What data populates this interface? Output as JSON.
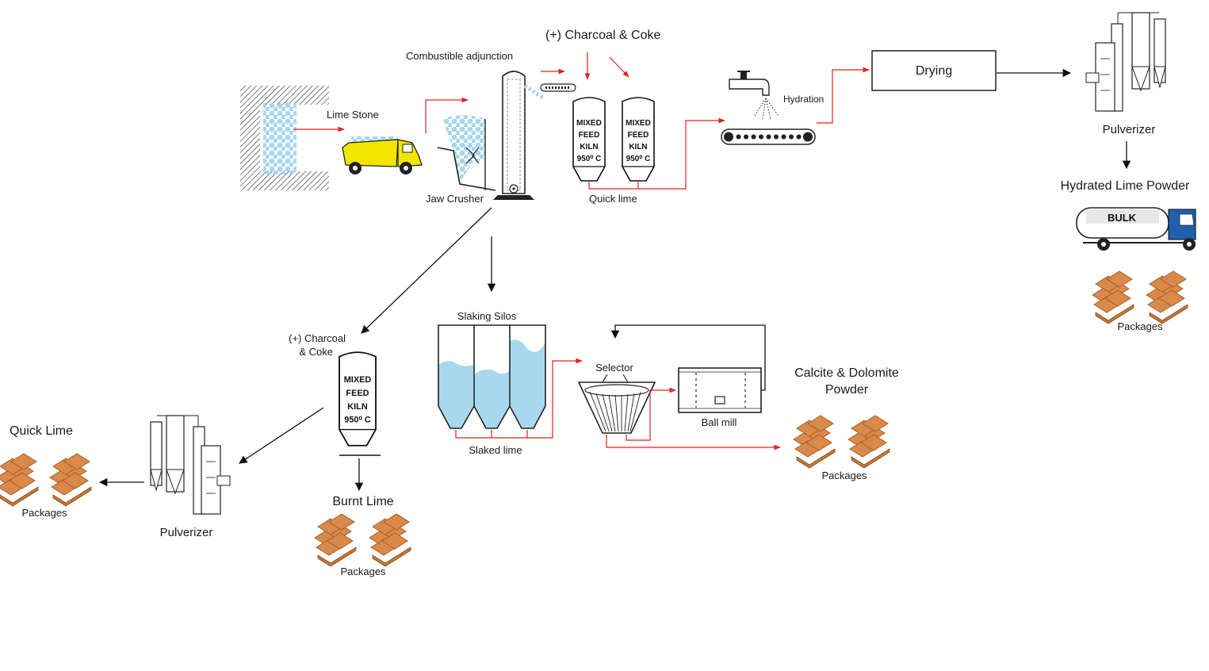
{
  "labels": {
    "charcoal_coke_top": "(+) Charcoal & Coke",
    "combustible_adjunction": "Combustible adjunction",
    "lime_stone": "Lime Stone",
    "jaw_crusher": "Jaw Crusher",
    "quick_lime_top": "Quick lime",
    "hydration": "Hydration",
    "drying": "Drying",
    "pulverizer_top": "Pulverizer",
    "hydrated_lime_powder": "Hydrated Lime Powder",
    "bulk": "BULK",
    "packages": "Packages",
    "charcoal_coke_line1": "(+) Charcoal",
    "charcoal_coke_line2": "& Coke",
    "slaking_silos": "Slaking Silos",
    "slaked_lime": "Slaked lime",
    "selector": "Selector",
    "ball_mill": "Ball mill",
    "calcite_line1": "Calcite & Dolomite",
    "calcite_line2": "Powder",
    "quick_lime_left": "Quick Lime",
    "pulverizer_left": "Pulverizer",
    "burnt_lime": "Burnt Lime"
  },
  "kiln": {
    "line1": "MIXED",
    "line2": "FEED",
    "line3": "KILN",
    "line4": "950⁰ C"
  },
  "colors": {
    "flow_red": "#e32222",
    "flow_black": "#111111",
    "truck_yellow": "#f2e600",
    "stone_blue": "#a8d8ee",
    "package_orange": "#d9894a",
    "bulk_cab_blue": "#1f5fae"
  }
}
